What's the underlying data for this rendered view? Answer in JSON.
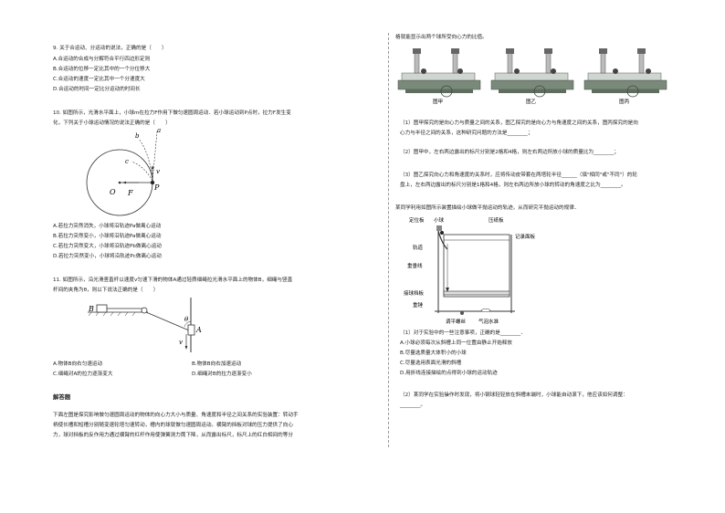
{
  "left": {
    "q9": {
      "stem": "9. 关于合运动、分运动的说法，正确的是（　　）",
      "options": [
        "A.合运动的合成与分解符合平行四边形定则",
        "B.合运动的位移一定比其中的一个分位移大",
        "C.合运动的速度一定比其中一个分速度大",
        "D.合运动的时间一定比分运动的时间长"
      ]
    },
    "q10": {
      "stem1": "10. 如图所示，光滑水平面上，小球m在拉力F作用下做匀速圆周运动．若小球运动到P点时，拉力F发生变",
      "stem2": "化，下列关于小球运动情况的说法正确的是（　　）",
      "fig_labels": {
        "a": "a",
        "b": "b",
        "c": "c",
        "v": "v",
        "O": "O",
        "F": "F",
        "P": "P"
      },
      "options": [
        "A.若拉力突然消失，小球将沿轨迹Pa做离心运动",
        "B.若拉力突然变小，小球将沿轨迹Pa做离心运动",
        "C.若拉力突然变大，小球将沿轨迹Pb做离心运动",
        "D.若拉力突然变小，小球将沿轨迹Pc做离心运动"
      ]
    },
    "q11": {
      "stem1": "11. 如图所示，沿光滑竖直杆以速度v匀速下滑的物体A通过轻质细绳拉光滑水平面上的物体B，细绳与竖直",
      "stem2": "杆间的夹角为θ，则以下说法正确的是（　　）",
      "fig_labels": {
        "B": "B",
        "A": "A",
        "theta": "θ",
        "v": "v"
      },
      "options_left": [
        "A.物体B向右匀速运动",
        "C.细绳对A的拉力逐渐变大"
      ],
      "options_right": [
        "B.物体B向右加速运动",
        "D.细绳对B的拉力逐渐变小"
      ]
    },
    "section_title": "解答题",
    "q12_lines": [
      "下面左图是探究影响做匀速圆周运动的物体的向心力大小与质量、角速度和半径之间关系的实验装置：转动手",
      "柄使长槽和短槽分别随变速轮塔匀速转动，槽内的球就做匀速圆周运动。横臂的挡板对球的压力提供了向心",
      "力，球对挡板的反作用力通过横臂的杠杆作用使弹簧测力筒下降，从而露出标尺，标尺上的红白相间的等分"
    ]
  },
  "right": {
    "cont": "格就能显示出两个球所受向心力的比值。",
    "fig_captions": [
      "图甲",
      "图乙",
      "图丙"
    ],
    "s1a": "（1）图甲探究的是向心力与质量之间的关系，图乙探究的是向心力与角速度之间的关系，图丙探究的是向",
    "s1b": "心力与半径之间的关系，这种研究问题的方法是________；",
    "s2": "（2）图甲中，左右两边露出的标尺分别是2格和4格，则左右两边所放小球的质量比为________；",
    "s3a": "（3）图乙探究向心力和角速度的关系时，应将传动皮带套在两塔轮半径______（填\"相同\"或\"不同\"）的轮",
    "s3b": "盘上，左右两边露出的标尺分别是1格和4格，则左右两边所放小球的转动的角速度之比为________。",
    "q13": "某同学利用如图所示装置描绘小球做平抛运动的轨迹，从而研究平抛运动的规律．",
    "apparatus_labels": {
      "dingwei": "定位板",
      "xiaoqiu": "小球",
      "yazhi": "压纸板",
      "jilu": "记录面板",
      "guidao": "轨道",
      "zhongchui": "重垂线",
      "jieqiu": "接球挡板",
      "zhongzhui": "重锤",
      "tiaoping": "调平螺丝",
      "qipao": "气泡水准"
    },
    "q13_1": "（1）对于实验中的一些注意事项，正确的是________．",
    "q13_opts": [
      "A.小球必须每次从斜槽上同一位置由静止开始释放",
      "B.尽量选质量大体积小的小球",
      "C.尽量选用表面光滑的斜槽",
      "D.用折线连接描绘的点得到小球的运动轨迹"
    ],
    "q13_2": "（2）某同学在实验操作时发现，将小钢球轻轻放在斜槽末端时，小球能自动滚下，他应该如何调整：",
    "q13_2b": "________。"
  }
}
